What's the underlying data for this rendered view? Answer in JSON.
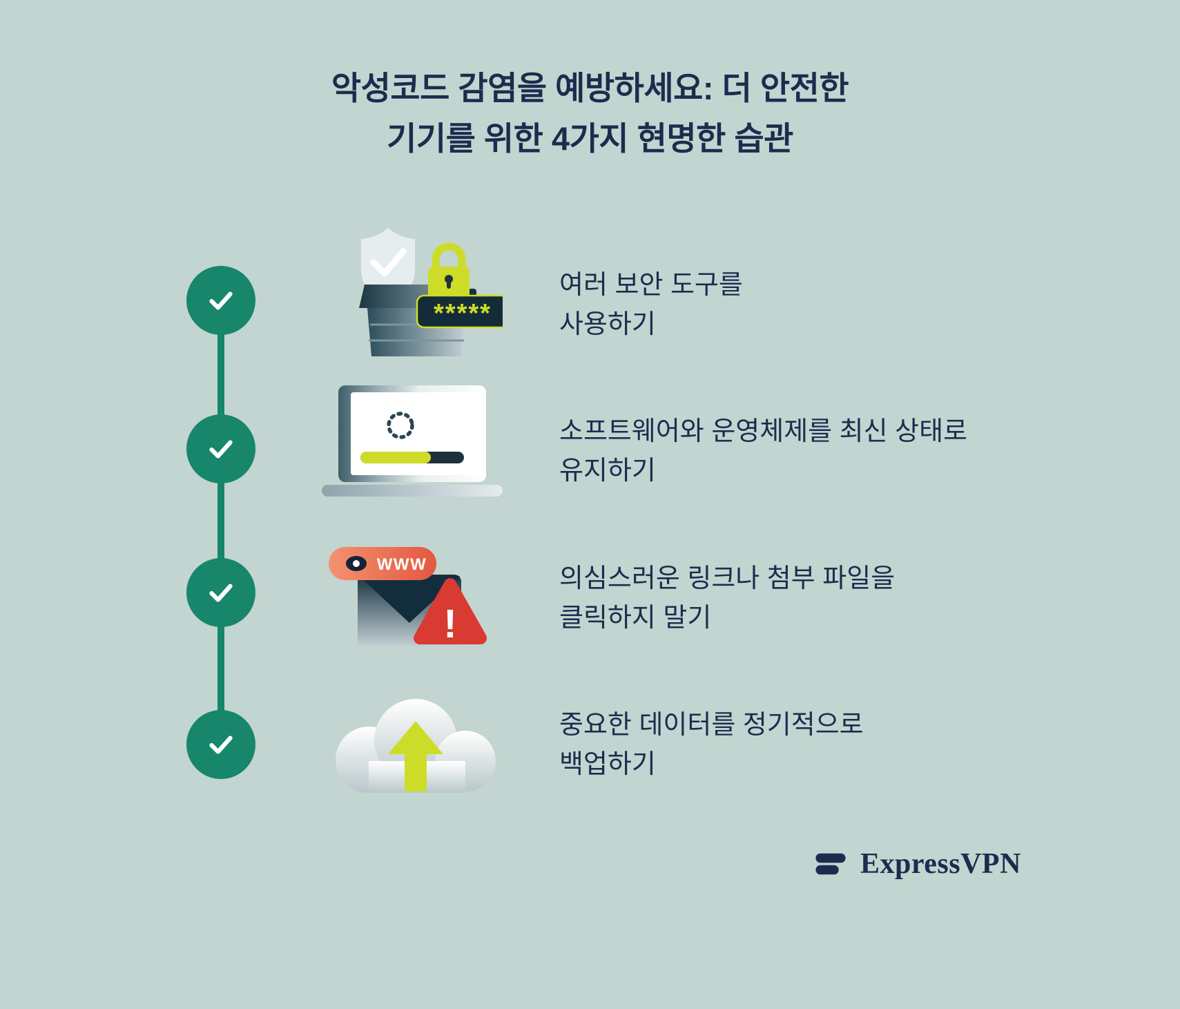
{
  "title": {
    "line1": "악성코드 감염을 예방하세요: 더 안전한",
    "line2": "기기를 위한 4가지 현명한 습관"
  },
  "items": [
    {
      "label": "여러 보안 도구를\n사용하기",
      "icon": "security-tools-toolbox-icon"
    },
    {
      "label": "소프트웨어와 운영체제를 최신 상태로\n유지하기",
      "icon": "laptop-software-update-icon"
    },
    {
      "label": "의심스러운 링크나 첨부 파일을\n클릭하지 말기",
      "icon": "suspicious-email-link-icon"
    },
    {
      "label": "중요한 데이터를 정기적으로\n백업하기",
      "icon": "cloud-backup-upload-icon"
    }
  ],
  "icon_texts": {
    "password_mask": "*****",
    "www_label": "WWW",
    "warning_mark": "!"
  },
  "logo": {
    "brand": "ExpressVPN"
  },
  "colors": {
    "background": "#c2d5d0",
    "text": "#1b2d4e",
    "check_green": "#17866b",
    "lime_accent": "#cddc29",
    "coral": "#e9674f",
    "alert_red": "#d93a31",
    "icon_slate_dark": "#2c4d5c",
    "icon_slate_light": "#c3d0d4"
  }
}
